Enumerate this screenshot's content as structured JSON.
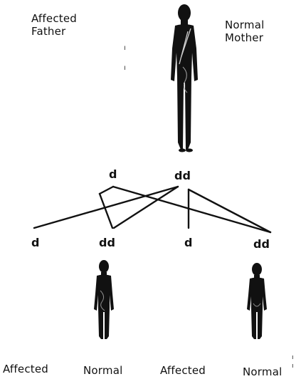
{
  "parents": {
    "father_label_line1": "Affected",
    "father_label_line2": "Father",
    "mother_label_line1": "Normal",
    "mother_label_line2": "Mother"
  },
  "parent_genotypes": {
    "father": "d",
    "mother": "dd"
  },
  "gametes": [
    {
      "label": "d"
    },
    {
      "label": "dd"
    },
    {
      "label": "d"
    },
    {
      "label": "dd"
    }
  ],
  "offspring": [
    {
      "label": "Affected"
    },
    {
      "label": "Normal"
    },
    {
      "label": "Affected"
    },
    {
      "label": "Normal"
    }
  ],
  "colors": {
    "ink": "#111111",
    "background": "#ffffff"
  }
}
